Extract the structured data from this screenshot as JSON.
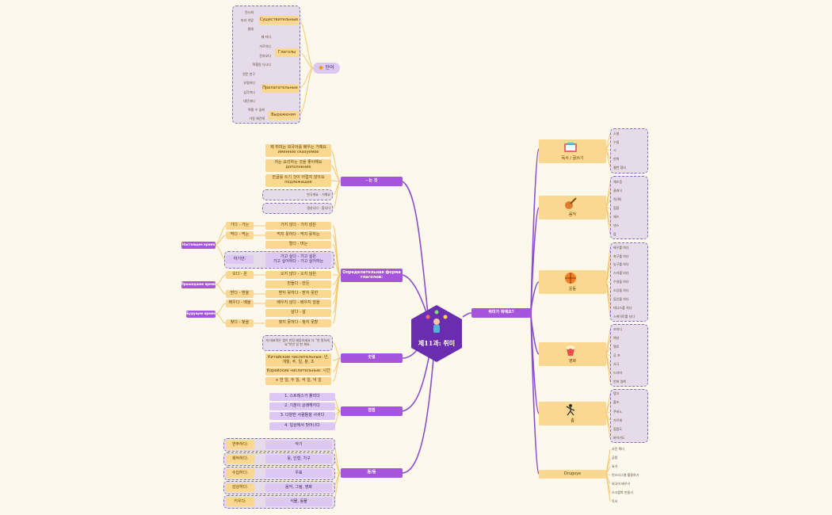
{
  "center": {
    "title": "제11과: 취미"
  },
  "vocab": {
    "root": "단어",
    "nouns": {
      "label": "Существительные",
      "items": [
        "전시회",
        "마라 속탕",
        "발레"
      ]
    },
    "verbs": {
      "label": "Глаголы",
      "items": [
        "배 타다",
        "가르치다",
        "전자오다",
        "짝홍원 다니다"
      ]
    },
    "adjectives": {
      "label": "Прилагательные",
      "items": [
        "전문 천구",
        "유명하다",
        "심각하다",
        "대단하다"
      ]
    },
    "expressions": {
      "label": "Выражения",
      "items": [
        "짝홍 수 끊게",
        "가정 재건해"
      ]
    }
  },
  "section1": {
    "label": "- 는 것",
    "items": [
      "제 취미는 외국어를 배우는 거예요 именное сказуемое",
      "저는 요리하는 것을 좋아해요 дополнение",
      "한글를 쓰기 것이 어렵지 않아요 подлежащее"
    ],
    "sub": [
      "한국에요 - 거예요",
      "생성니다 - 합니다"
    ]
  },
  "section2": {
    "label": "Определительная форма глаголов:",
    "present": "Настоящее время",
    "past": "Прошедшее время",
    "future": "Будущее время",
    "rows": [
      {
        "left": "가다 - 가는",
        "right": "가지 않다 - 가지 않은"
      },
      {
        "left": "먹다 - 먹는",
        "right": "먹지 못하다 - 먹지 못하는"
      },
      {
        "left": "",
        "right": "멀다 - 머는"
      },
      {
        "left": "하기만:",
        "right": "가고 싶다 - 가고 싶은\n가고 싶어하다 - 가고 싶어하는"
      },
      {
        "left": "오다 - 온",
        "right": "오지 않다 - 오지 않은"
      },
      {
        "left": "",
        "right": "만들다 - 만든"
      },
      {
        "left": "받다 - 받을",
        "right": "받지 못하다 - 받지 못한"
      },
      {
        "left": "배우다 - 배울",
        "right": "배우지 않다 - 배우지 않을"
      },
      {
        "left": "",
        "right": "살다 - 살"
      },
      {
        "left": "찾다 - 찾을",
        "right": "찾지 못하다 - 찾지 못할"
      }
    ]
  },
  "section3": {
    "label": "숫열",
    "note": "개 대표적은 생이 한장 배움하세요 다 \"천 명하세요\"지만 일 한 체요.",
    "items": [
      "Китайские числительные: 년, 개월, 주, 일, 분, 초",
      "Корейские числительные: 시간",
      "+ 한 일, 두 일, 석 일, 넉 일"
    ]
  },
  "section4": {
    "label": "점점",
    "items": [
      "1. 스트레스가 풀리다",
      "2. 기분이 상쾌해지다",
      "3. 다양한 사람들을 사귀다",
      "4. 일상에서 벗어나다"
    ]
  },
  "section5": {
    "label": "동/동",
    "rows": [
      {
        "left": "연주하다:",
        "right": "악기"
      },
      {
        "left": "제작하다:",
        "right": "옷, 인형, 가구"
      },
      {
        "left": "수집하다:",
        "right": "우표"
      },
      {
        "left": "감상하다:",
        "right": "음악, 그림, 영화"
      },
      {
        "left": "키우다:",
        "right": "식물, 동물"
      }
    ]
  },
  "hobby": {
    "label": "취미가 뭐예요?",
    "groups": [
      {
        "label": "독서 / 글쓰기",
        "icon": "book-icon",
        "items": [
          "소설",
          "수필",
          "시",
          "만화",
          "웹번 협지"
        ]
      },
      {
        "label": "음악",
        "icon": "guitar-icon",
        "items": [
          "재즈음",
          "클래식",
          "락(록)",
          "힙합",
          "재즈",
          "댄스",
          "팝"
        ]
      },
      {
        "label": "운동",
        "icon": "basketball-icon",
        "items": [
          "배구를 하다",
          "축구를 하다",
          "농구를 하다",
          "스키를 타다",
          "수영을 하다",
          "조깅을 하다",
          "등산을 하다",
          "테니스를 치다",
          "스케이트를 타다"
        ]
      },
      {
        "label": "영화",
        "icon": "popcorn-icon",
        "items": [
          "코미디",
          "액션",
          "멜로",
          "공 포",
          "사극",
          "드라마",
          "만화 영화"
        ]
      },
      {
        "label": "춤",
        "icon": "dancer-icon",
        "items": [
          "탱고",
          "왈츠",
          "쿠바노",
          "가르헤",
          "힙합도",
          "바이키도"
        ]
      },
      {
        "label": "Drugoye",
        "icon": "",
        "items": [
          "사진 찍다",
          "공원",
          "요가",
          "먼스타그램 활용하기",
          "외국어 배우기",
          "스크랩북 만들기",
          "독서"
        ]
      }
    ]
  },
  "colors": {
    "purple": "#a455db",
    "light_purple": "#dcc8f3",
    "yellow": "#fbd891",
    "line_yellow": "#f5c46a",
    "background": "#fdf8ec"
  }
}
